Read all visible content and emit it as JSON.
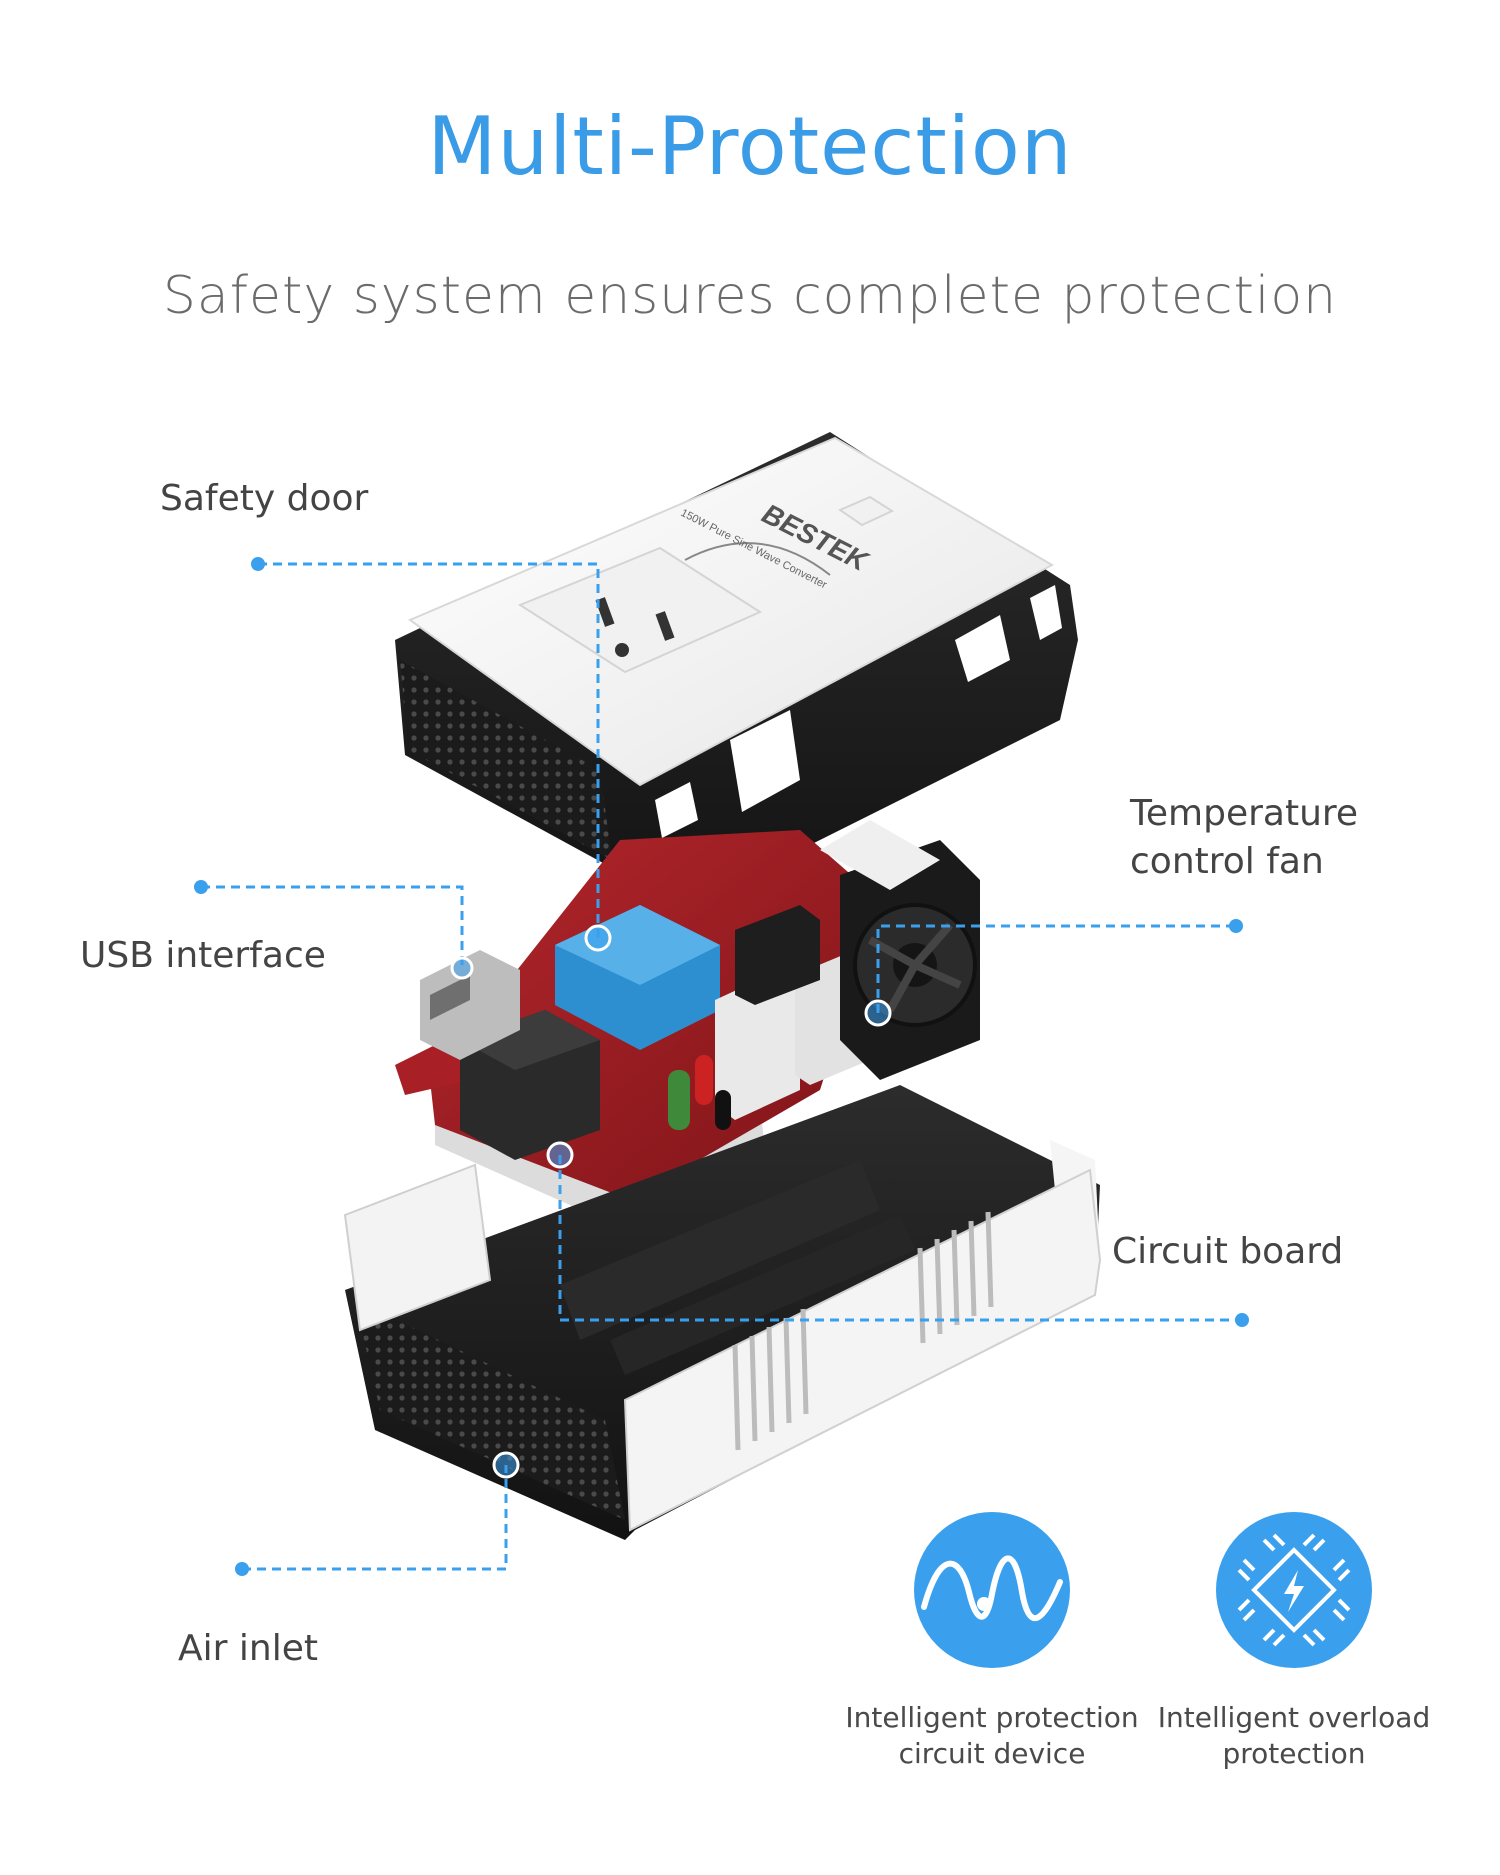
{
  "title": "Multi-Protection",
  "subtitle": "Safety system ensures complete protection",
  "product": {
    "brand": "BESTEK",
    "model_text": "150W Pure Sine Wave Converter"
  },
  "callouts": {
    "safety_door": "Safety door",
    "usb_interface": "USB interface",
    "temperature_fan_line1": "Temperature",
    "temperature_fan_line2": "control fan",
    "circuit_board": "Circuit board",
    "air_inlet": "Air inlet"
  },
  "features": [
    {
      "icon": "sine-wave-icon",
      "line1": "Intelligent protection",
      "line2": "circuit device"
    },
    {
      "icon": "chip-lightning-icon",
      "line1": "Intelligent overload",
      "line2": "protection"
    }
  ],
  "colors": {
    "accent": "#3aa0ee",
    "title": "#3a9be6",
    "text": "#444444",
    "pcb": "#9c1c22",
    "housing_black": "#1d1d1d",
    "housing_white": "#f4f4f4"
  }
}
